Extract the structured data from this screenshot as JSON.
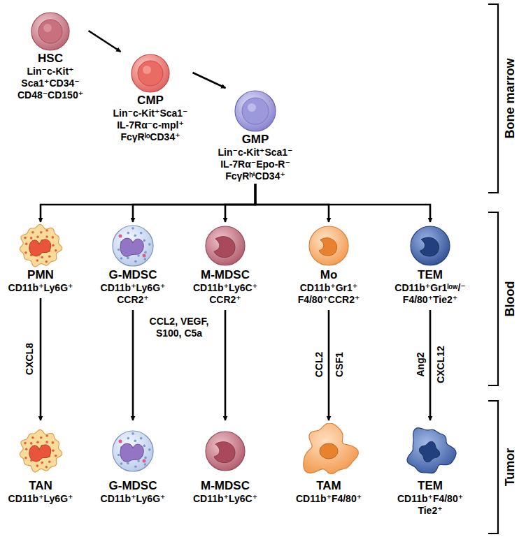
{
  "diagram": {
    "nodes": [
      {
        "text": [
          "HSC",
          "Lin⁻c-Kit⁺ Sca1⁺CD34⁻ CD48⁻CD150⁺"
        ]
      },
      {
        "text": [
          "CMP",
          "Lin⁻c-Kit⁺Sca1⁻ IL-7Rα⁻c-mpl⁺ FcγRˡᵒCD34⁺"
        ]
      },
      {
        "text": [
          "GMP",
          "Lin⁻c-Kit⁺Sca1⁻ IL-7Rα⁻Epo-R⁻ FcγRʰⁱCD34⁺"
        ]
      },
      {
        "text": [
          "PMN",
          "CD11b⁺Ly6G⁺"
        ]
      },
      {
        "text": [
          "G-MDSC",
          "CD11b⁺Ly6G⁺ CCR2⁺"
        ]
      },
      {
        "text": [
          "M-MDSC",
          "CD11b⁺Ly6C⁺ CCR2⁺"
        ]
      },
      {
        "text": [
          "Mo",
          "CD11b⁺Gr1⁺ F4/80⁺CCR2⁺"
        ]
      },
      {
        "text": [
          "TEM",
          "CD11b⁺Gr1ˡᵒʷ/⁻ F4/80⁺Tie2⁺"
        ]
      },
      {
        "text": [
          "TAN",
          "CD11b⁺Ly6G⁺"
        ]
      },
      {
        "text": [
          "G-MDSC",
          "CD11b⁺Ly6G⁺"
        ]
      },
      {
        "text": [
          "M-MDSC",
          "CD11b⁺Ly6C⁺"
        ]
      },
      {
        "text": [
          "TAM",
          "CD11b⁺F4/80⁺"
        ]
      },
      {
        "text": [
          "TEM",
          "CD11b⁺F4/80⁺ Tie2⁺"
        ]
      }
    ],
    "edges": [
      {
        "from": 0,
        "to": 1,
        "arrow": "to"
      },
      {
        "from": 1,
        "to": 2,
        "arrow": "to"
      },
      {
        "from": 2,
        "to": 3,
        "arrow": "to"
      },
      {
        "from": 2,
        "to": 4,
        "arrow": "to"
      },
      {
        "from": 2,
        "to": 5,
        "arrow": "to"
      },
      {
        "from": 2,
        "to": 6,
        "arrow": "to"
      },
      {
        "from": 2,
        "to": 7,
        "arrow": "to"
      },
      {
        "from": 3,
        "to": 8,
        "label": "CXCL8",
        "arrow": "to"
      },
      {
        "from": 4,
        "to": 9,
        "arrow": "to"
      },
      {
        "from": 5,
        "to": 10,
        "arrow": "to"
      },
      {
        "from": 6,
        "to": 11,
        "arrow": "to"
      },
      {
        "from": 7,
        "to": 12,
        "arrow": "to"
      }
    ],
    "labels": [
      "CCL2, VEGF, S100, C5a",
      "CCL2",
      "CSF1",
      "Ang2",
      "CXCL12",
      "Bone marrow",
      "Blood",
      "Tumor"
    ]
  }
}
